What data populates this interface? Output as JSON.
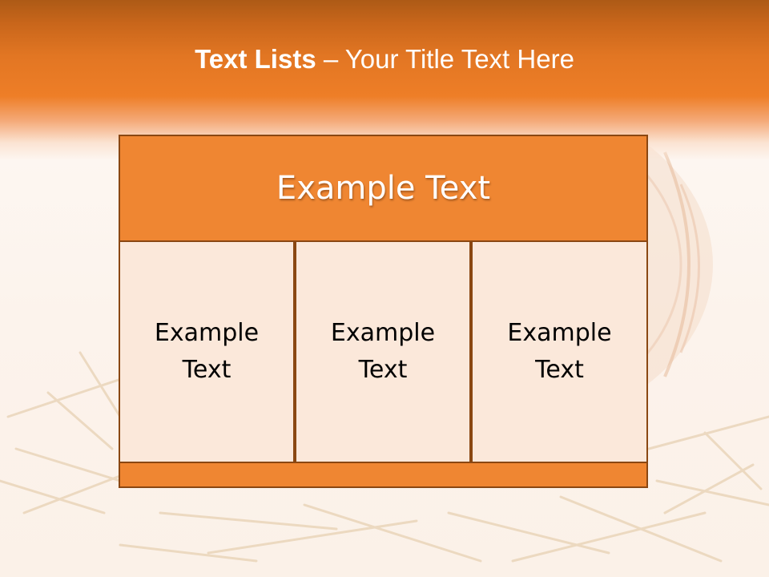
{
  "slide": {
    "title_main": "Text Lists",
    "title_sub": " – Your Title Text Here"
  },
  "diagram": {
    "header": "Example Text",
    "cells": [
      "Example Text",
      "Example Text",
      "Example Text"
    ]
  },
  "colors": {
    "accent": "#ef8632",
    "border": "#8a4712",
    "cell_fill": "#fbe8da",
    "header_band": "#e27623"
  },
  "background": {
    "image": "pumpkin-on-straw-icon"
  }
}
